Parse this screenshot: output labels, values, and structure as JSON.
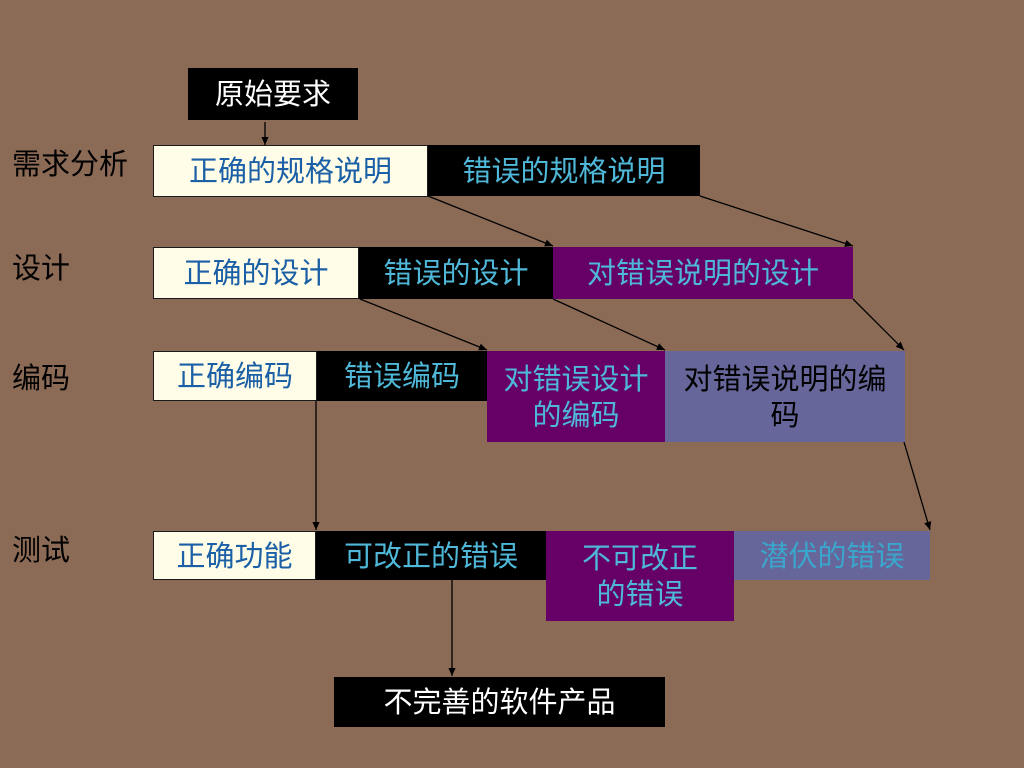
{
  "source": {
    "label": "原始要求"
  },
  "stages": {
    "requirements": "需求分析",
    "design": "设计",
    "coding": "编码",
    "testing": "测试"
  },
  "requirements_row": {
    "correct_spec": "正确的规格说明",
    "wrong_spec": "错误的规格说明"
  },
  "design_row": {
    "correct_design": "正确的设计",
    "wrong_design": "错误的设计",
    "design_of_wrong_spec": "对错误说明的设计"
  },
  "coding_row": {
    "correct_coding": "正确编码",
    "wrong_coding": "错误编码",
    "coding_of_wrong_design": "对错误设计的编码",
    "coding_of_wrong_spec": "对错误说明的编码"
  },
  "testing_row": {
    "correct_function": "正确功能",
    "correctable_errors": "可改正的错误",
    "uncorrectable_errors": "不可改正的错误",
    "latent_errors": "潜伏的错误"
  },
  "result": {
    "label": "不完善的软件产品"
  },
  "colors": {
    "background": "#8B6A56",
    "black_box": "#000000",
    "cream_box": "#FFFDE7",
    "purple_box": "#660066",
    "slate_box": "#66669A",
    "cyan_text": "#4FB8D8",
    "blue_text": "#1B5FA6"
  }
}
